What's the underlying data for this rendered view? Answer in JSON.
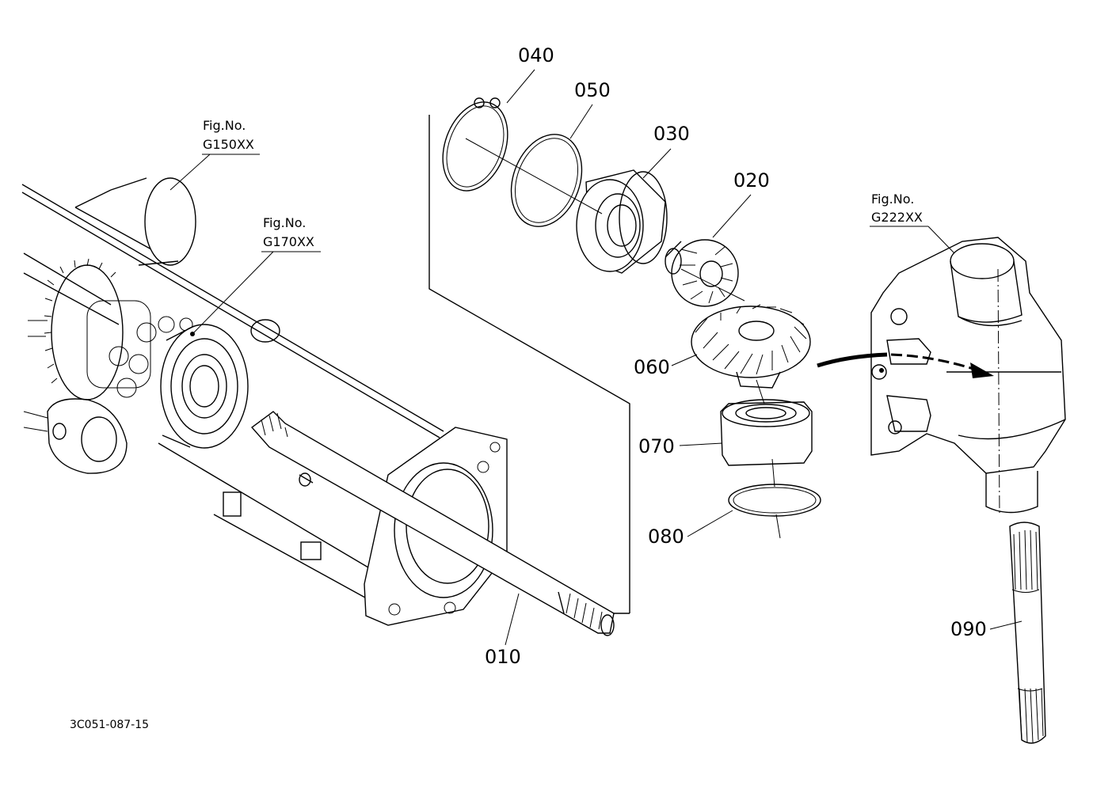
{
  "callouts": [
    {
      "id": "010",
      "label": "010"
    },
    {
      "id": "020",
      "label": "020"
    },
    {
      "id": "030",
      "label": "030"
    },
    {
      "id": "040",
      "label": "040"
    },
    {
      "id": "050",
      "label": "050"
    },
    {
      "id": "060",
      "label": "060"
    },
    {
      "id": "070",
      "label": "070"
    },
    {
      "id": "080",
      "label": "080"
    },
    {
      "id": "090",
      "label": "090"
    }
  ],
  "figure_refs": [
    {
      "title": "Fig.No.",
      "code": "G150XX"
    },
    {
      "title": "Fig.No.",
      "code": "G170XX"
    },
    {
      "title": "Fig.No.",
      "code": "G222XX"
    }
  ],
  "drawing_number": "3C051-087-15"
}
